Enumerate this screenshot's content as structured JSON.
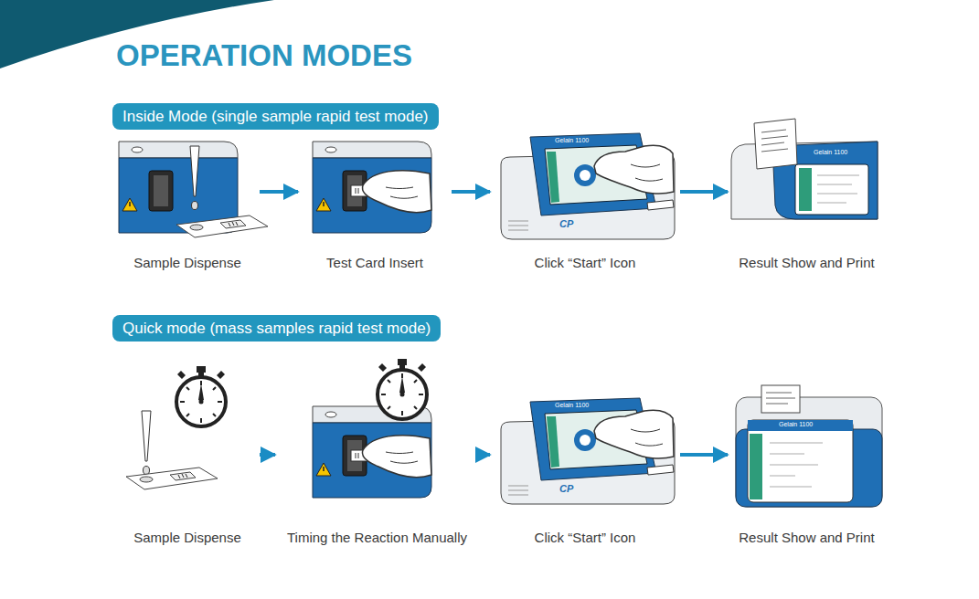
{
  "diagram": {
    "title": "OPERATION MODES",
    "nodes": [
      {
        "text": [
          "Inside Mode (single sample rapid test mode)"
        ]
      },
      {
        "text": [
          "Sample Dispense"
        ]
      },
      {
        "text": [
          "Test Card Insert"
        ]
      },
      {
        "text": [
          "Click “Start” Icon"
        ]
      },
      {
        "text": [
          "Result Show and Print"
        ]
      },
      {
        "text": [
          "Quick mode (mass samples rapid test mode)"
        ]
      },
      {
        "text": [
          "Sample Dispense"
        ]
      },
      {
        "text": [
          "Timing the Reaction Manually"
        ]
      },
      {
        "text": [
          "Click “Start” Icon"
        ]
      },
      {
        "text": [
          "Result Show and Print"
        ]
      }
    ],
    "edges": [
      {
        "from": 1,
        "to": 2,
        "arrow": "to"
      },
      {
        "from": 2,
        "to": 3,
        "arrow": "to"
      },
      {
        "from": 3,
        "to": 4,
        "arrow": "to"
      },
      {
        "from": 6,
        "to": 7,
        "arrow": "to"
      },
      {
        "from": 7,
        "to": 8,
        "arrow": "to"
      },
      {
        "from": 8,
        "to": 9,
        "arrow": "to"
      }
    ],
    "labels": [
      "Gelain 1100",
      "CP",
      "Gelain 1100",
      "Gelain 1100",
      "CP",
      "Gelain 1100"
    ]
  }
}
